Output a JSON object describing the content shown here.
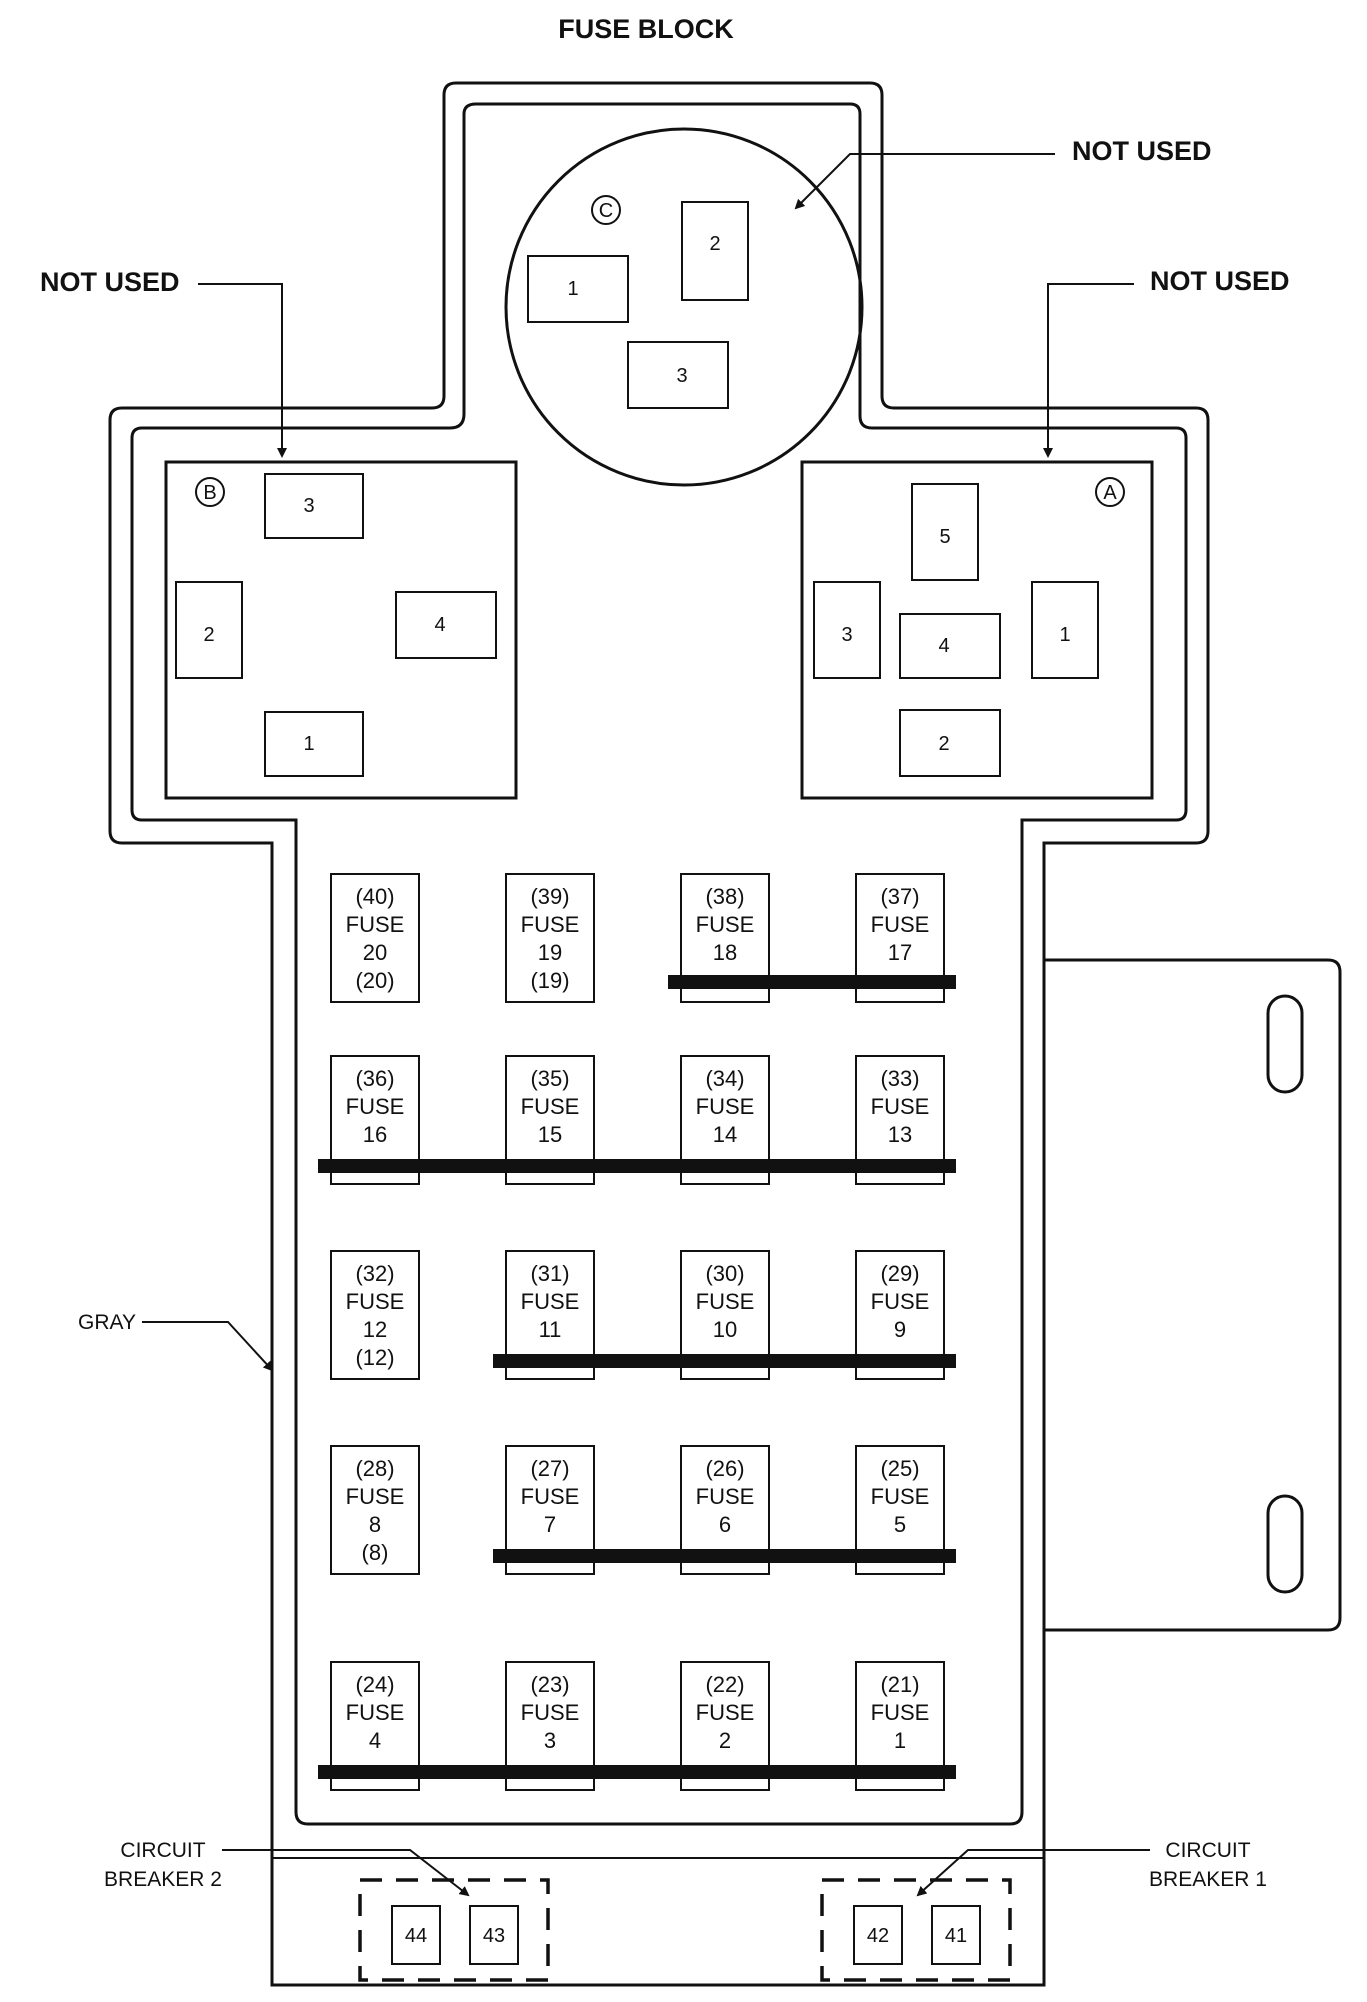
{
  "title": "FUSE BLOCK",
  "callouts": {
    "not_used_top": "NOT USED",
    "not_used_left": "NOT USED",
    "not_used_right": "NOT USED",
    "gray": "GRAY",
    "circuit_breaker_2": [
      "CIRCUIT",
      "BREAKER 2"
    ],
    "circuit_breaker_1": [
      "CIRCUIT",
      "BREAKER 1"
    ]
  },
  "connectors": {
    "C": {
      "mark": "C",
      "cavities": [
        "1",
        "2",
        "3"
      ]
    },
    "B": {
      "mark": "B",
      "cavities": [
        "1",
        "2",
        "3",
        "4"
      ]
    },
    "A": {
      "mark": "A",
      "cavities": [
        "1",
        "2",
        "3",
        "4",
        "5"
      ]
    }
  },
  "fuses": [
    {
      "cavity": "(40)",
      "name": "FUSE",
      "number": "20",
      "extra": "(20)"
    },
    {
      "cavity": "(39)",
      "name": "FUSE",
      "number": "19",
      "extra": "(19)"
    },
    {
      "cavity": "(38)",
      "name": "FUSE",
      "number": "18",
      "extra": ""
    },
    {
      "cavity": "(37)",
      "name": "FUSE",
      "number": "17",
      "extra": ""
    },
    {
      "cavity": "(36)",
      "name": "FUSE",
      "number": "16",
      "extra": ""
    },
    {
      "cavity": "(35)",
      "name": "FUSE",
      "number": "15",
      "extra": ""
    },
    {
      "cavity": "(34)",
      "name": "FUSE",
      "number": "14",
      "extra": ""
    },
    {
      "cavity": "(33)",
      "name": "FUSE",
      "number": "13",
      "extra": ""
    },
    {
      "cavity": "(32)",
      "name": "FUSE",
      "number": "12",
      "extra": "(12)"
    },
    {
      "cavity": "(31)",
      "name": "FUSE",
      "number": "11",
      "extra": ""
    },
    {
      "cavity": "(30)",
      "name": "FUSE",
      "number": "10",
      "extra": ""
    },
    {
      "cavity": "(29)",
      "name": "FUSE",
      "number": "9",
      "extra": ""
    },
    {
      "cavity": "(28)",
      "name": "FUSE",
      "number": "8",
      "extra": "(8)"
    },
    {
      "cavity": "(27)",
      "name": "FUSE",
      "number": "7",
      "extra": ""
    },
    {
      "cavity": "(26)",
      "name": "FUSE",
      "number": "6",
      "extra": ""
    },
    {
      "cavity": "(25)",
      "name": "FUSE",
      "number": "5",
      "extra": ""
    },
    {
      "cavity": "(24)",
      "name": "FUSE",
      "number": "4",
      "extra": ""
    },
    {
      "cavity": "(23)",
      "name": "FUSE",
      "number": "3",
      "extra": ""
    },
    {
      "cavity": "(22)",
      "name": "FUSE",
      "number": "2",
      "extra": ""
    },
    {
      "cavity": "(21)",
      "name": "FUSE",
      "number": "1",
      "extra": ""
    }
  ],
  "breakers": [
    "44",
    "43",
    "42",
    "41"
  ]
}
